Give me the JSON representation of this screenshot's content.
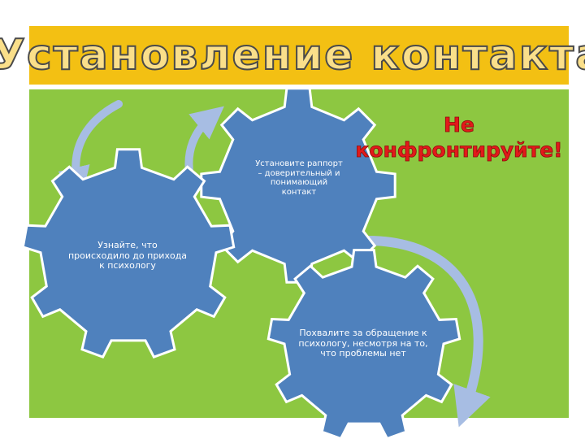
{
  "title": "Установление контакта",
  "accent_text": [
    "Не",
    "конфронтируйте!"
  ],
  "gears": [
    {
      "label": "Установите раппорт – доверительный и понимающий контакт"
    },
    {
      "label": "Узнайте, что происходило до прихода к психологу"
    },
    {
      "label": "Похвалите за обращение к психологу, несмотря на то, что проблемы нет"
    }
  ],
  "colors": {
    "title_band": "#f3c013",
    "title_text": "#fadf8a",
    "panel": "#8dc741",
    "gear_fill": "#4f81bd",
    "gear_stroke": "#ffffff",
    "arrow": "#a7bde3",
    "accent": "#e21a1a"
  }
}
